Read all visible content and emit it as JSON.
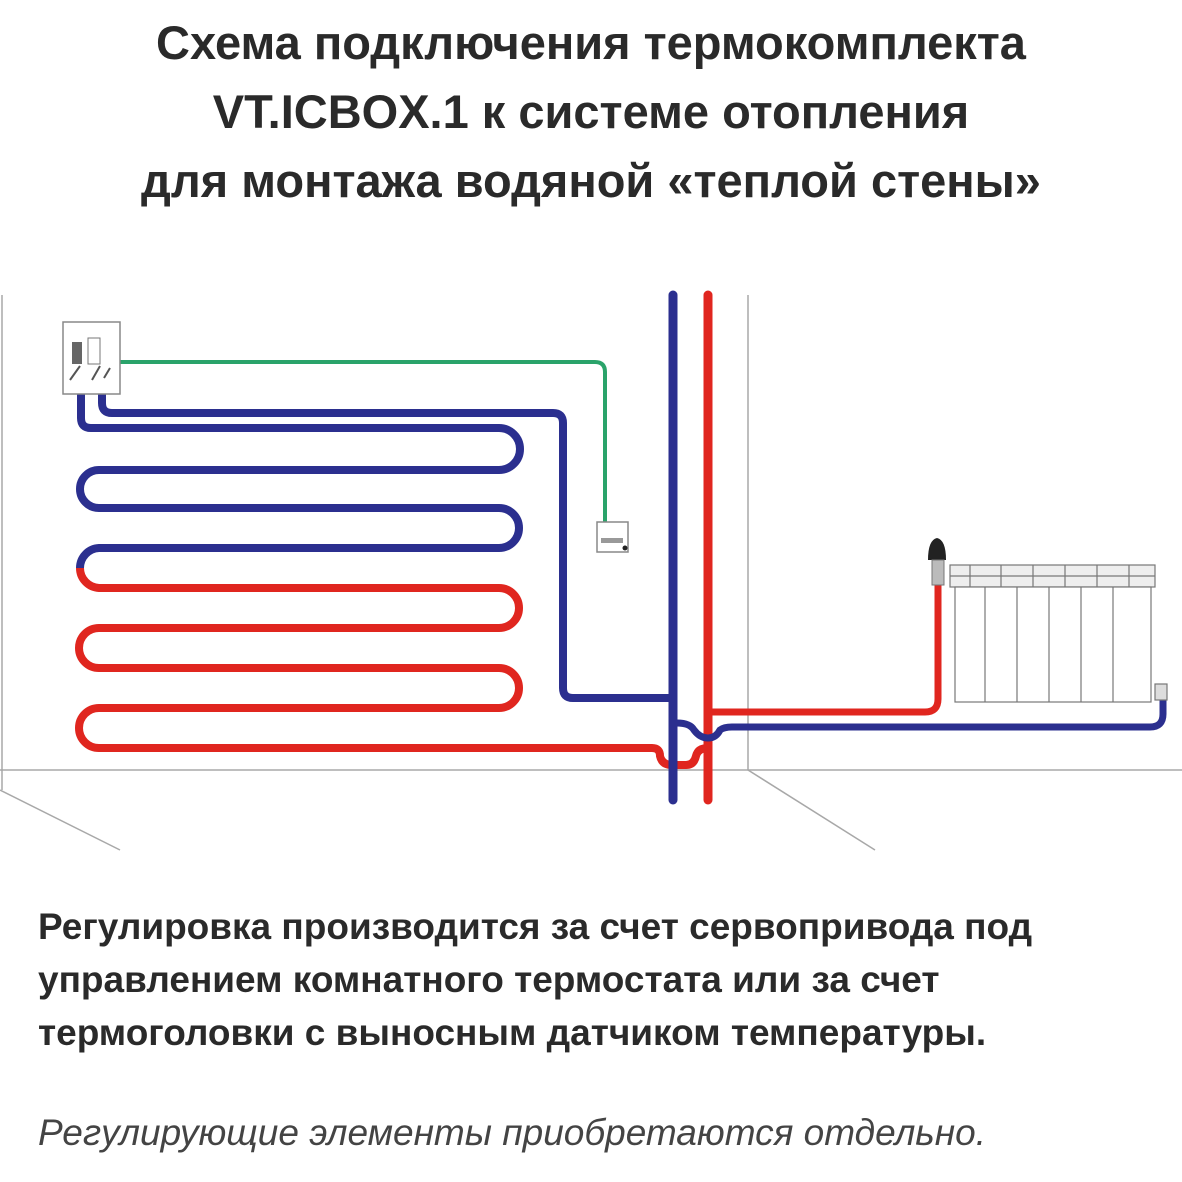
{
  "title": {
    "lines": [
      "Схема подключения термокомплекта",
      "VT.ICBOX.1 к системе отопления",
      "для монтажа водяной «теплой стены»"
    ]
  },
  "description": {
    "lines": [
      "Регулировка производится за счет сервопривода под",
      "управлением комнатного термостата или за счет",
      "термоголовки с выносным датчиком температуры."
    ]
  },
  "note": "Регулирующие элементы приобретаются отдельно.",
  "colors": {
    "supply_hot": "#e0261f",
    "return_cold": "#2b2f8f",
    "thermostat_wire": "#2aa36a",
    "wall_lines": "#9a9a9a"
  }
}
